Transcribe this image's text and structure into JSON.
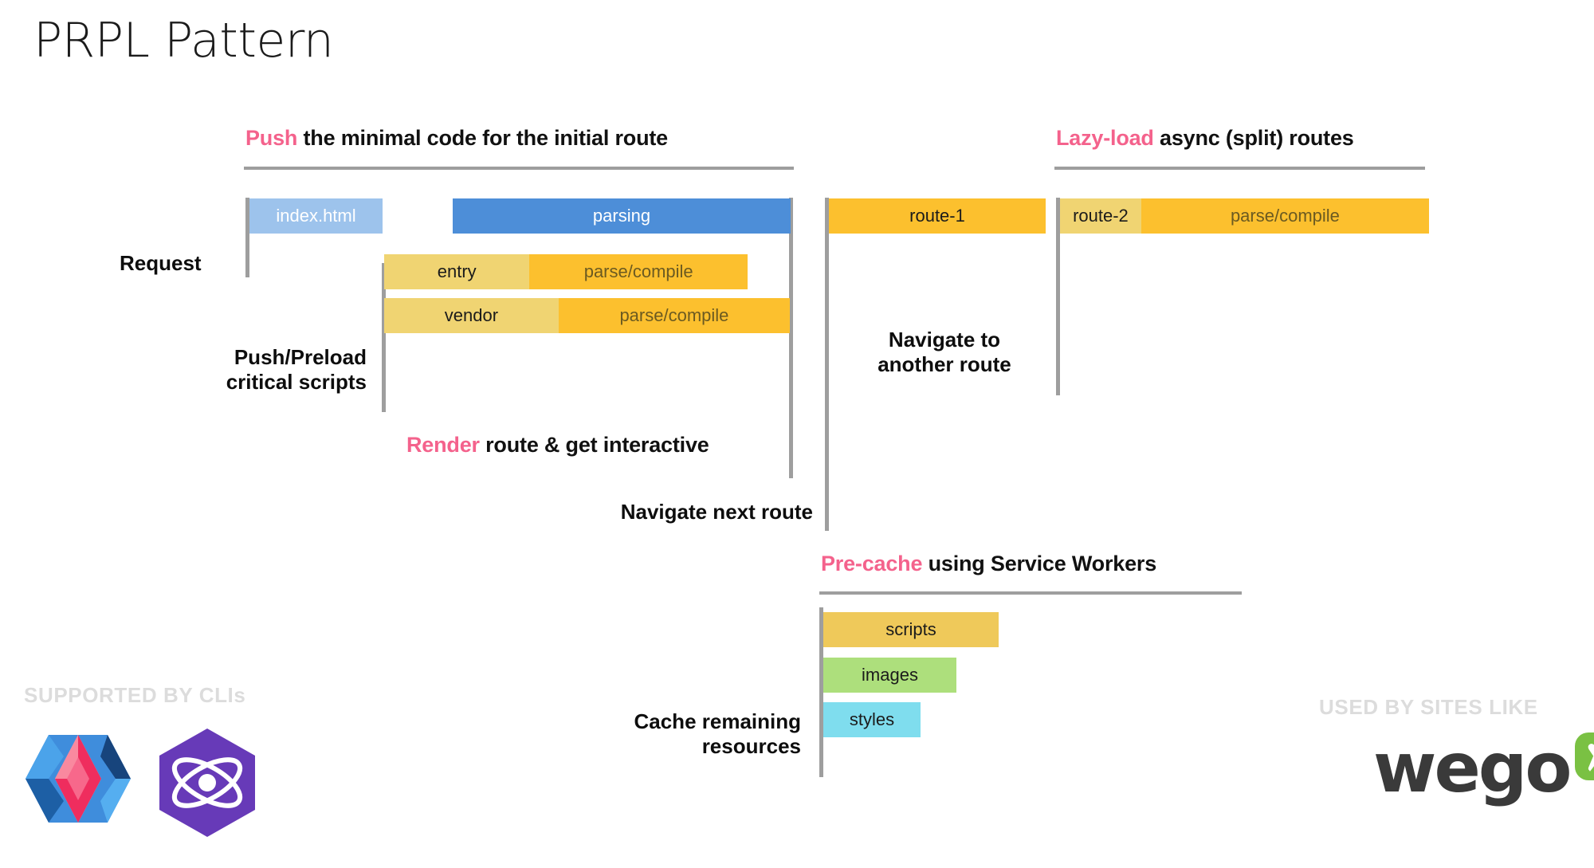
{
  "slide": {
    "title": "PRPL Pattern"
  },
  "sections": {
    "push": {
      "keyword": "Push",
      "rest": " the minimal code for the initial route"
    },
    "lazy": {
      "keyword": "Lazy-load",
      "rest": " async (split) routes"
    },
    "render": {
      "keyword": "Render",
      "rest": " route & get interactive"
    },
    "precache": {
      "keyword": "Pre-cache",
      "rest": " using Service Workers"
    }
  },
  "labels": {
    "request": "Request",
    "push_preload": "Push/Preload\ncritical scripts",
    "navigate_next": "Navigate next route",
    "navigate_another": "Navigate to\nanother route",
    "cache_remaining": "Cache remaining\nresources"
  },
  "bars": {
    "index_html": "index.html",
    "parsing": "parsing",
    "entry": "entry",
    "entry_parse": "parse/compile",
    "vendor": "vendor",
    "vendor_parse": "parse/compile",
    "route1": "route-1",
    "route2": "route-2",
    "route2_parse": "parse/compile",
    "scripts": "scripts",
    "images": "images",
    "styles": "styles"
  },
  "footer": {
    "supported_by": "SUPPORTED BY CLIs",
    "used_by": "USED BY SITES LIKE",
    "wego_text": "wego"
  },
  "colors": {
    "accent_pink": "#f4628c",
    "index_html": "#9dc3ec",
    "parsing": "#4d8ed8",
    "light_yellow": "#f0d472",
    "orange": "#fcc02e",
    "scripts": "#efc95a",
    "images": "#addf7c",
    "styles": "#7fddee",
    "rule_gray": "#9e9e9e",
    "footer_gray": "#dcdcdc",
    "preact_purple": "#673ab8",
    "wego_green": "#7ac143"
  }
}
